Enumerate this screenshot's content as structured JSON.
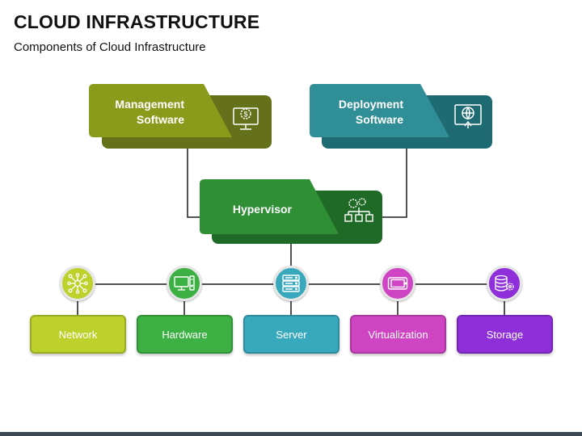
{
  "header": {
    "title": "CLOUD INFRASTRUCTURE",
    "subtitle": "Components of Cloud Infrastructure"
  },
  "top_nodes": [
    {
      "label": "Management\nSoftware",
      "icon": "monitor-dollar-gear-icon",
      "color": "#8a9b1c",
      "dark_color": "#65711a"
    },
    {
      "label": "Deployment\nSoftware",
      "icon": "monitor-globe-upload-icon",
      "color": "#2f8e96",
      "dark_color": "#1f6b73"
    }
  ],
  "center_node": {
    "label": "Hypervisor",
    "icon": "gears-hierarchy-icon",
    "color": "#2f8f35",
    "dark_color": "#1f6a26"
  },
  "components": [
    {
      "label": "Network",
      "icon": "network-nodes-icon",
      "color": "#bcd12b"
    },
    {
      "label": "Hardware",
      "icon": "computer-icon",
      "color": "#3cb043"
    },
    {
      "label": "Server",
      "icon": "server-icon",
      "color": "#38a9bd"
    },
    {
      "label": "Virtualization",
      "icon": "tablet-icon",
      "color": "#cf44c3"
    },
    {
      "label": "Storage",
      "icon": "database-gear-icon",
      "color": "#8e2fd9"
    }
  ]
}
